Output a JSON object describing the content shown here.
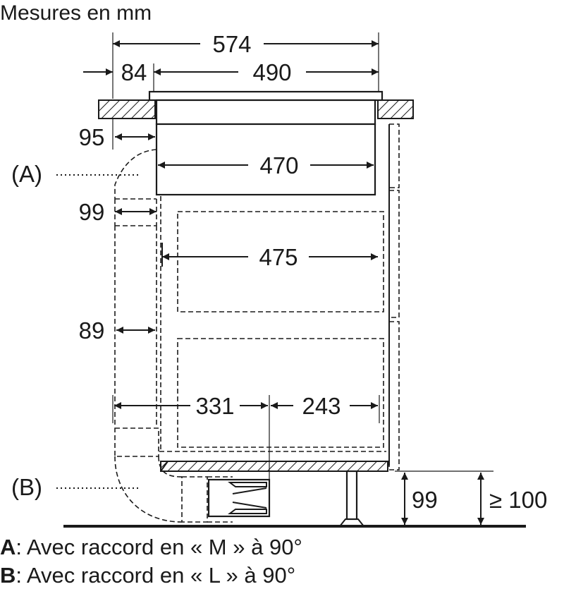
{
  "title": "Mesures en mm",
  "dimensions": {
    "d574": "574",
    "d84": "84",
    "d490": "490",
    "d95": "95",
    "d470": "470",
    "d99_upper": "99",
    "d475": "475",
    "d89": "89",
    "d331": "331",
    "d243": "243",
    "d99_lower": "99",
    "d100": "≥ 100"
  },
  "callouts": {
    "a_label": "(A)",
    "b_label": "(B)"
  },
  "legend": {
    "a_key": "A",
    "a_text": ": Avec raccord en « M » à 90°",
    "b_key": "B",
    "b_text": ": Avec raccord en « L » à 90°"
  }
}
